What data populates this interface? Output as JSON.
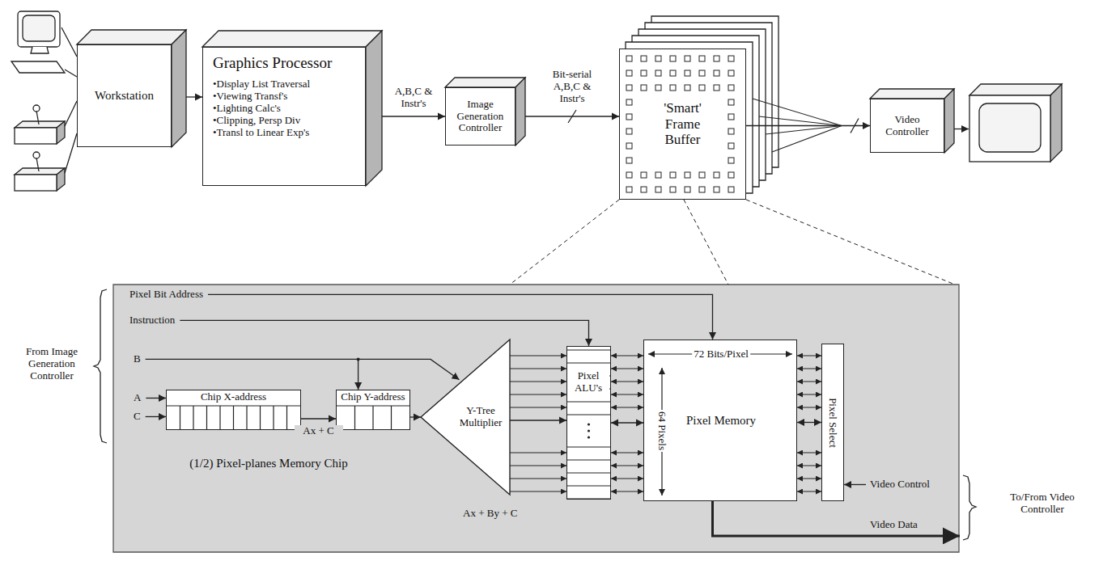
{
  "diagram": {
    "nodes": [
      {
        "text": [
          "Workstation"
        ]
      },
      {
        "text": [
          "Graphics Processor",
          "•Display List Traversal",
          "•Viewing Transf's",
          "•Lighting Calc's",
          "•Clipping, Persp Div",
          "•Transl to Linear Exp's"
        ]
      },
      {
        "text": [
          "Image Generation Controller"
        ]
      },
      {
        "text": [
          "'Smart' Frame Buffer"
        ]
      },
      {
        "text": [
          "Video Controller"
        ]
      },
      {
        "text": [
          "(1/2) Pixel-planes Memory Chip"
        ]
      },
      {
        "text": [
          "Chip X-address"
        ],
        "in": 5
      },
      {
        "text": [
          "Chip Y-address"
        ],
        "in": 5
      },
      {
        "text": [
          "Y-Tree Multiplier"
        ],
        "in": 5
      },
      {
        "text": [
          "Pixel ALU's"
        ],
        "in": 5
      },
      {
        "text": [
          "72 Bits/Pixel",
          "Pixel Memory",
          "64 Pixels"
        ],
        "in": 5
      },
      {
        "text": [
          "Pixel Select"
        ],
        "in": 5
      }
    ],
    "edges": [
      {
        "from": 0,
        "to": 1,
        "arrow": "to"
      },
      {
        "from": 1,
        "to": 2,
        "arrow": "to",
        "label": "A,B,C & Instr's"
      },
      {
        "from": 2,
        "to": 3,
        "arrow": "to",
        "label": "Bit-serial A,B,C & Instr's"
      },
      {
        "from": 3,
        "to": 4,
        "arrow": "to"
      },
      {
        "from": 6,
        "to": 7,
        "arrow": "to",
        "label": "Ax + C"
      },
      {
        "from": 7,
        "to": 8,
        "arrow": "to"
      },
      {
        "from": 8,
        "to": 9,
        "arrow": "to"
      },
      {
        "from": 9,
        "to": 10,
        "arrow": "both"
      },
      {
        "from": 10,
        "to": 11,
        "arrow": "both"
      }
    ],
    "labels": [
      "From Image Generation Controller",
      "Pixel Bit Address",
      "Instruction",
      "B",
      "A",
      "C",
      "Ax + By + C",
      "Video Control",
      "Video Data",
      "To/From Video Controller"
    ]
  }
}
